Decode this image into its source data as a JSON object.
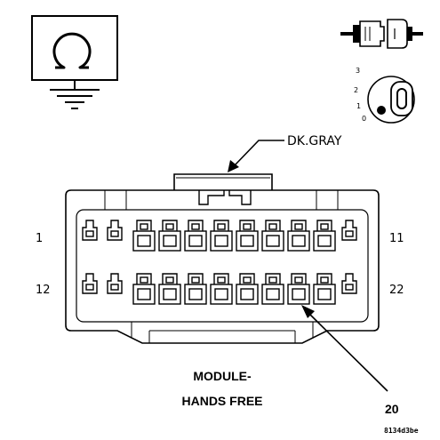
{
  "wire_color": "DK.GRAY",
  "pin_labels": {
    "top_left": "1",
    "top_right": "11",
    "bottom_left": "12",
    "bottom_right": "22",
    "callout": "20"
  },
  "component": {
    "line1": "MODULE-",
    "line2": "HANDS FREE"
  },
  "figure_id": "8134d3be",
  "key_positions": [
    "3",
    "2",
    "1",
    "0"
  ],
  "icons": {
    "ground": "ohm-ground-icon",
    "connector": "plug-connector-icon",
    "ignition": "ignition-key-icon"
  },
  "colors": {
    "ink": "#000000",
    "background": "#ffffff"
  }
}
